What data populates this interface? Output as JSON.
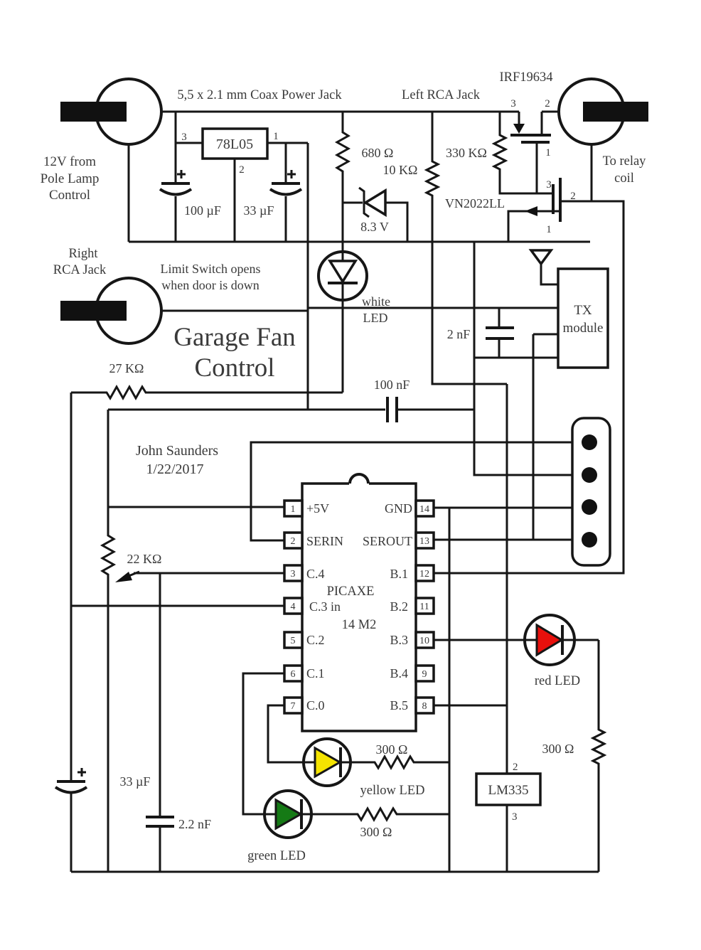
{
  "title": {
    "line1": "Garage Fan",
    "line2": "Control"
  },
  "author": {
    "name": "John Saunders",
    "date": "1/22/2017"
  },
  "annotations": {
    "coax_jack": "5,5 x 2.1 mm Coax Power Jack",
    "left_rca_jack": "Left RCA Jack",
    "right_rca_jack_line1": "Right",
    "right_rca_jack_line2": "RCA Jack",
    "supply_line1": "12V from",
    "supply_line2": "Pole Lamp",
    "supply_line3": "Control",
    "limit_switch_line1": "Limit Switch opens",
    "limit_switch_line2": "when door is down",
    "to_relay_line1": "To relay",
    "to_relay_line2": "coil"
  },
  "components": {
    "regulator": {
      "name": "78L05",
      "pin3": "3",
      "pin1": "1",
      "pin2": "2"
    },
    "pfet": {
      "name": "IRF19634",
      "pin3": "3",
      "pin2": "2",
      "pin1": "1"
    },
    "nfet": {
      "name": "VN2022LL",
      "pin3": "3",
      "pin2": "2",
      "pin1": "1"
    },
    "zener": {
      "value": "8.3 V"
    },
    "tx_module": {
      "line1": "TX",
      "line2": "module"
    },
    "lm335": {
      "name": "LM335",
      "pin2": "2",
      "pin3": "3"
    },
    "resistors": {
      "r680": "680 Ω",
      "r10k": "10 KΩ",
      "r330k": "330 KΩ",
      "r27k": "27 KΩ",
      "r22k": "22 KΩ",
      "r300_red": "300 Ω",
      "r300_yellow": "300 Ω",
      "r300_green": "300 Ω"
    },
    "capacitors": {
      "c100uf": "100 µF",
      "c33uf_top": "33 µF",
      "c33uf_bottom": "33 µF",
      "c100nf": "100 nF",
      "c2nf": "2 nF",
      "c2_2nf": "2.2 nF"
    },
    "leds": {
      "white_line1": "white",
      "white_line2": "LED",
      "red": "red LED",
      "yellow": "yellow LED",
      "green": "green LED"
    }
  },
  "ic": {
    "name": "PICAXE",
    "model": "14 M2",
    "pins_left": [
      {
        "num": "1",
        "label": "+5V"
      },
      {
        "num": "2",
        "label": "SERIN"
      },
      {
        "num": "3",
        "label": "C.4"
      },
      {
        "num": "4",
        "label": "C.3 in"
      },
      {
        "num": "5",
        "label": "C.2"
      },
      {
        "num": "6",
        "label": "C.1"
      },
      {
        "num": "7",
        "label": "C.0"
      }
    ],
    "pins_right": [
      {
        "num": "14",
        "label": "GND"
      },
      {
        "num": "13",
        "label": "SEROUT"
      },
      {
        "num": "12",
        "label": "B.1"
      },
      {
        "num": "11",
        "label": "B.2"
      },
      {
        "num": "10",
        "label": "B.3"
      },
      {
        "num": "9",
        "label": "B.4"
      },
      {
        "num": "8",
        "label": "B.5"
      }
    ]
  },
  "colors": {
    "wire": "#161616",
    "red_led": "#e8100c",
    "yellow_led": "#f5e400",
    "green_led": "#157a15"
  }
}
